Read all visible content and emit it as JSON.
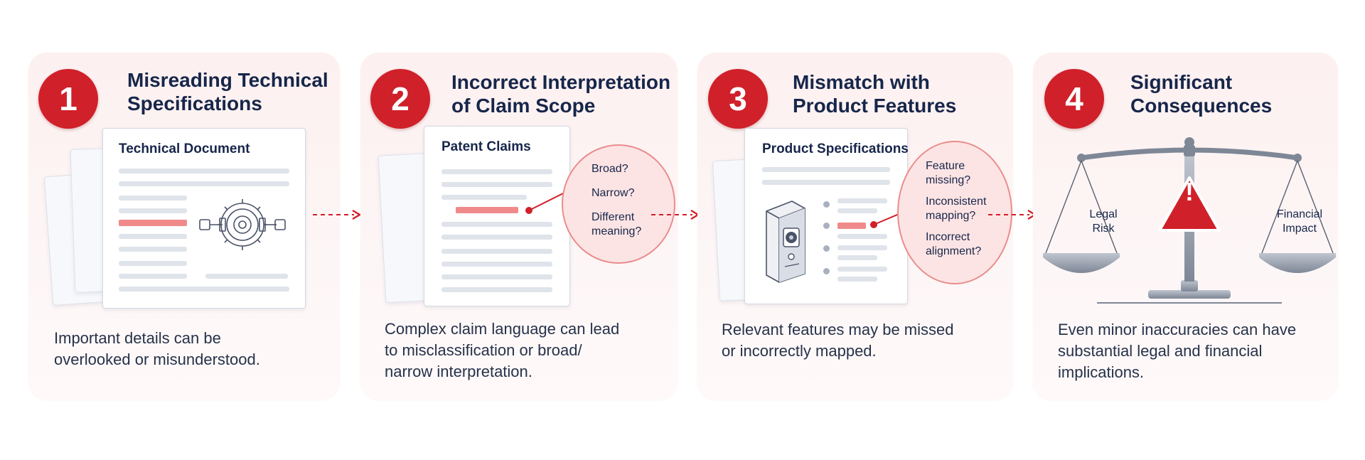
{
  "steps": [
    {
      "number": "1",
      "title_lines": [
        "Misreading Technical",
        "Specifications"
      ],
      "doc_title": "Technical Document",
      "desc_lines": [
        "Important details can be",
        "overlooked or misunderstood."
      ]
    },
    {
      "number": "2",
      "title_lines": [
        "Incorrect Interpretation",
        "of Claim Scope"
      ],
      "doc_title": "Patent Claims",
      "bubble_items": [
        "Broad?",
        "Narrow?",
        "Different",
        "meaning?"
      ],
      "desc_lines": [
        "Complex claim language can lead",
        "to misclassification or broad/",
        "narrow interpretation."
      ]
    },
    {
      "number": "3",
      "title_lines": [
        "Mismatch with",
        "Product Features"
      ],
      "doc_title": "Product Specifications",
      "bubble_items": [
        "Feature",
        "missing?",
        "Inconsistent",
        "mapping?",
        "Incorrect",
        "alignment?"
      ],
      "desc_lines": [
        "Relevant features may be missed",
        "or incorrectly mapped."
      ]
    },
    {
      "number": "4",
      "title_lines": [
        "Significant",
        "Consequences"
      ],
      "scale_left": [
        "Legal",
        "Risk"
      ],
      "scale_right": [
        "Financial",
        "Impact"
      ],
      "warning_symbol": "!",
      "desc_lines": [
        "Even minor inaccuracies can have",
        "substantial legal and financial",
        "implications."
      ]
    }
  ],
  "colors": {
    "accent": "#d0202a",
    "card_bg": "#fdf2f2",
    "highlight": "#f08a8a",
    "bubble_fill": "#fde4e4",
    "bubble_border": "#ea8c8c",
    "text": "#17264a"
  },
  "icons": [
    "gear-assembly-icon",
    "doorbell-device-icon",
    "balance-scale-icon",
    "warning-icon",
    "dashed-arrow-icon"
  ]
}
